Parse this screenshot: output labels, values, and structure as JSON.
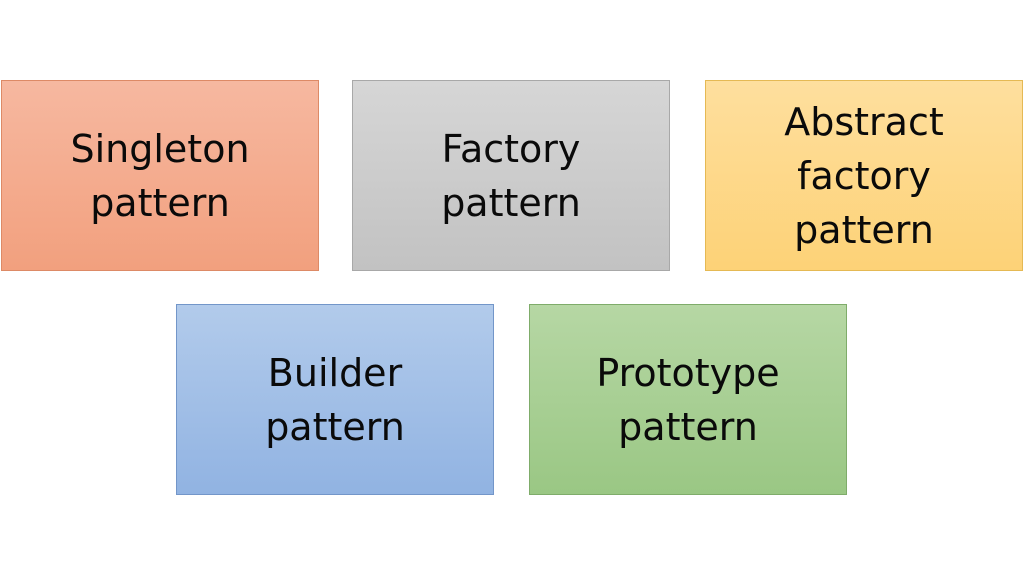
{
  "boxes": [
    {
      "label": "Singleton\npattern",
      "color": "#f4a98a"
    },
    {
      "label": "Factory\npattern",
      "color": "#cccccc"
    },
    {
      "label": "Abstract\nfactory\npattern",
      "color": "#fed98a"
    },
    {
      "label": "Builder\npattern",
      "color": "#a3c0e8"
    },
    {
      "label": "Prototype\npattern",
      "color": "#a9d18e"
    }
  ]
}
